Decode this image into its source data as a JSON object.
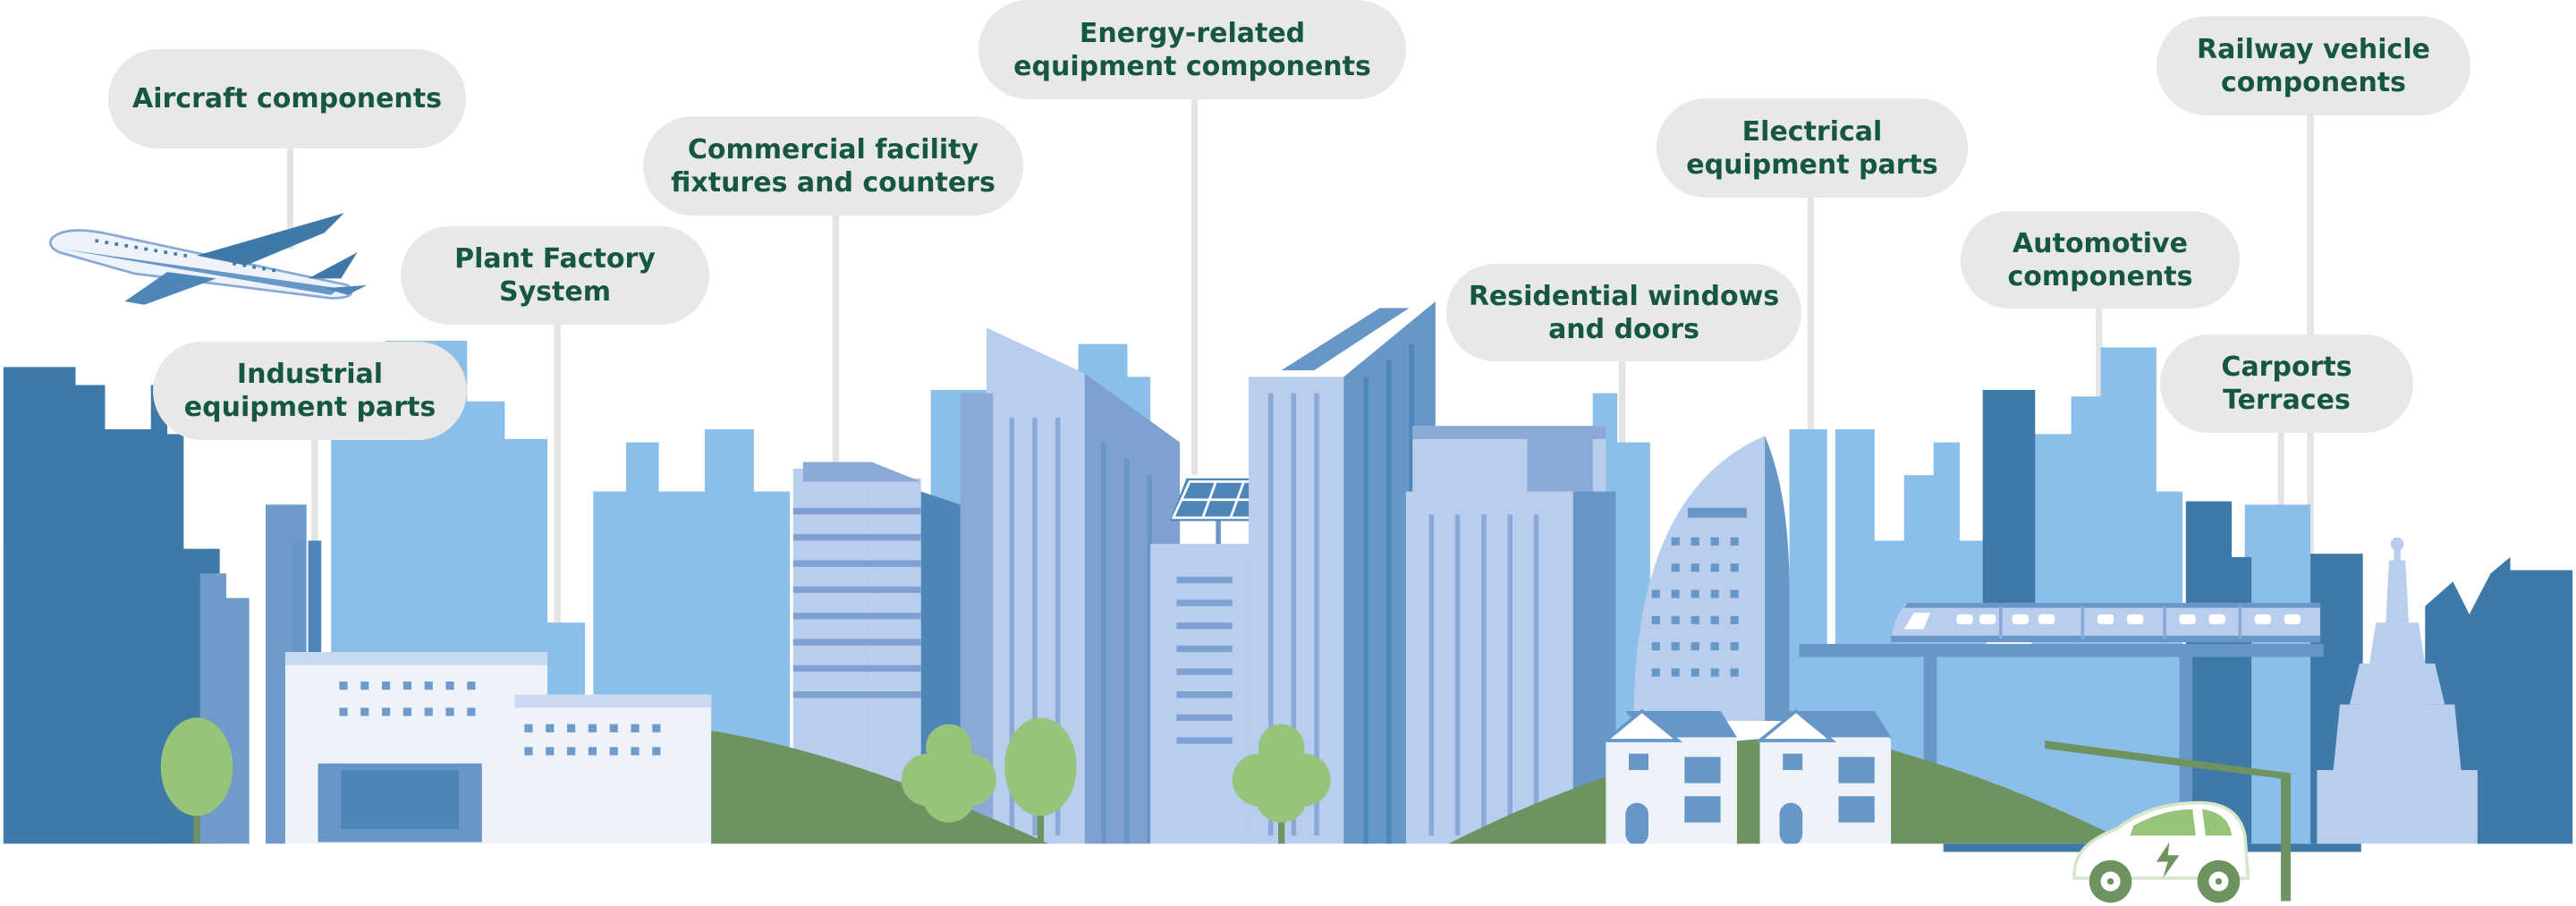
{
  "callouts": [
    {
      "id": "aircraft",
      "label": "Aircraft components"
    },
    {
      "id": "industrial",
      "label": "Industrial\nequipment parts"
    },
    {
      "id": "plant",
      "label": "Plant Factory\nSystem"
    },
    {
      "id": "commercial",
      "label": "Commercial facility\nfixtures and counters"
    },
    {
      "id": "energy",
      "label": "Energy-related\nequipment components"
    },
    {
      "id": "residential",
      "label": "Residential windows\nand doors"
    },
    {
      "id": "electrical",
      "label": "Electrical\nequipment parts"
    },
    {
      "id": "automotive",
      "label": "Automotive\ncomponents"
    },
    {
      "id": "railway",
      "label": "Railway vehicle\ncomponents"
    },
    {
      "id": "carports",
      "label": "Carports\nTerraces"
    }
  ],
  "colors": {
    "callout_bg": "#e8e8e8",
    "callout_text": "#15573f",
    "sky_light": "#8bbfe9",
    "building_mid": "#6797c7",
    "building_dark": "#3f79a8",
    "building_pale": "#b9cdef",
    "hill_green": "#6e9360",
    "tree_green": "#95c47a"
  },
  "icons": [
    "airplane-icon",
    "solar-panel-icon",
    "train-icon",
    "car-icon",
    "charging-icon",
    "pagoda-icon",
    "tree-icon",
    "house-icon",
    "factory-icon"
  ]
}
